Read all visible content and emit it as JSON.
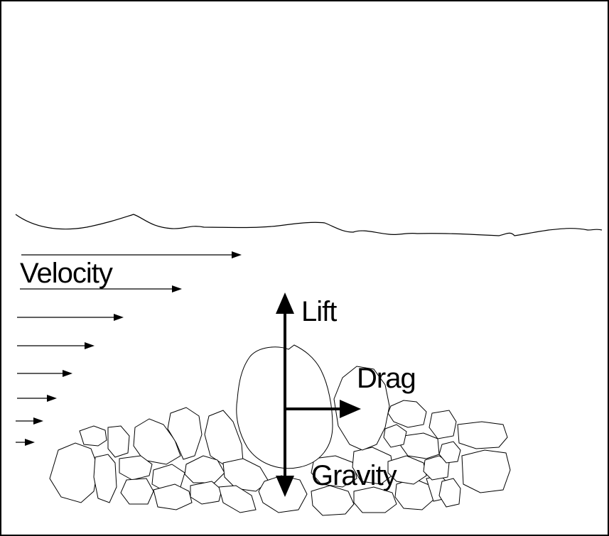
{
  "labels": {
    "velocity": "Velocity",
    "lift": "Lift",
    "drag": "Drag",
    "gravity": "Gravity"
  },
  "colors": {
    "stroke": "#000000",
    "background": "#ffffff"
  }
}
